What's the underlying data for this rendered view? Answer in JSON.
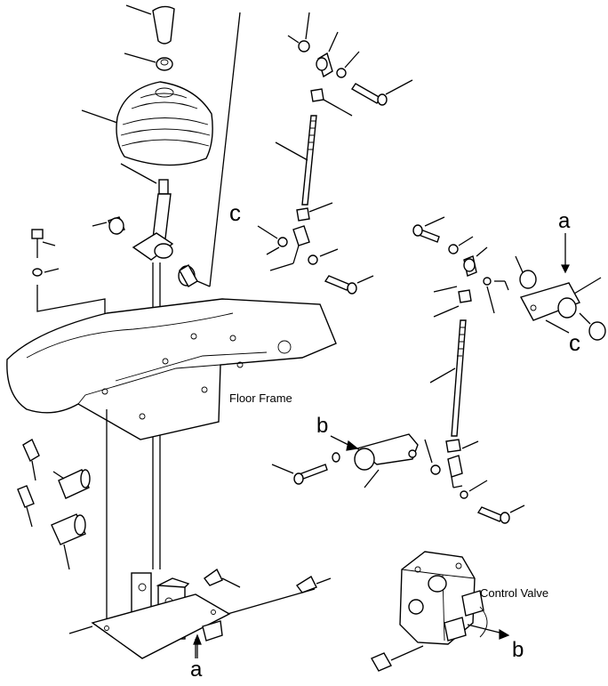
{
  "diagram": {
    "labels": {
      "floor_frame": "Floor Frame",
      "control_valve": "Control Valve",
      "ref_a_top": "a",
      "ref_a_bottom": "a",
      "ref_b_left": "b",
      "ref_b_right": "b",
      "ref_c_left": "c",
      "ref_c_right": "c"
    },
    "colors": {
      "ink": "#000000",
      "paper": "#ffffff"
    }
  }
}
